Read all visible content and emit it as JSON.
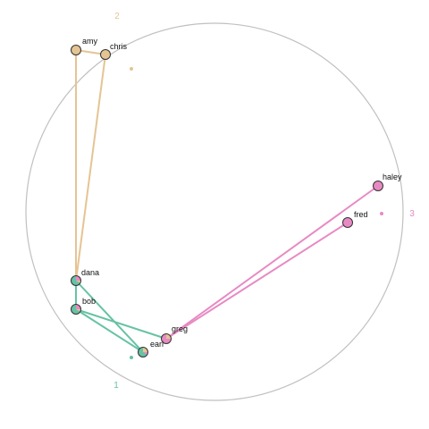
{
  "colors": {
    "group_1": "#66c2a5",
    "group_2": "#e5c494",
    "group_3": "#e78ac3",
    "circle": "#c0c0c0",
    "node_outline": "#333333"
  },
  "groups": [
    {
      "id": "1",
      "label": "1",
      "color": "#66c2a5"
    },
    {
      "id": "2",
      "label": "2",
      "color": "#e5c494"
    },
    {
      "id": "3",
      "label": "3",
      "color": "#e78ac3"
    }
  ],
  "nodes": [
    {
      "id": "amy",
      "label": "amy",
      "group": "2",
      "mixed": false
    },
    {
      "id": "chris",
      "label": "chris",
      "group": "2",
      "mixed": false
    },
    {
      "id": "dana",
      "label": "dana",
      "group": "1",
      "mixed": true
    },
    {
      "id": "bob",
      "label": "bob",
      "group": "1",
      "mixed": true
    },
    {
      "id": "greg",
      "label": "greg",
      "group": "3",
      "mixed": true
    },
    {
      "id": "earl",
      "label": "earl",
      "group": "1",
      "mixed": true
    },
    {
      "id": "haley",
      "label": "haley",
      "group": "3",
      "mixed": false
    },
    {
      "id": "fred",
      "label": "fred",
      "group": "3",
      "mixed": false
    }
  ],
  "edges": [
    {
      "from": "amy",
      "to": "chris",
      "group": "2"
    },
    {
      "from": "amy",
      "to": "dana",
      "group": "2"
    },
    {
      "from": "chris",
      "to": "dana",
      "group": "2"
    },
    {
      "from": "dana",
      "to": "bob",
      "group": "1"
    },
    {
      "from": "dana",
      "to": "earl",
      "group": "1"
    },
    {
      "from": "bob",
      "to": "greg",
      "group": "1"
    },
    {
      "from": "bob",
      "to": "earl",
      "group": "1"
    },
    {
      "from": "greg",
      "to": "haley",
      "group": "3"
    },
    {
      "from": "greg",
      "to": "fred",
      "group": "3"
    }
  ]
}
